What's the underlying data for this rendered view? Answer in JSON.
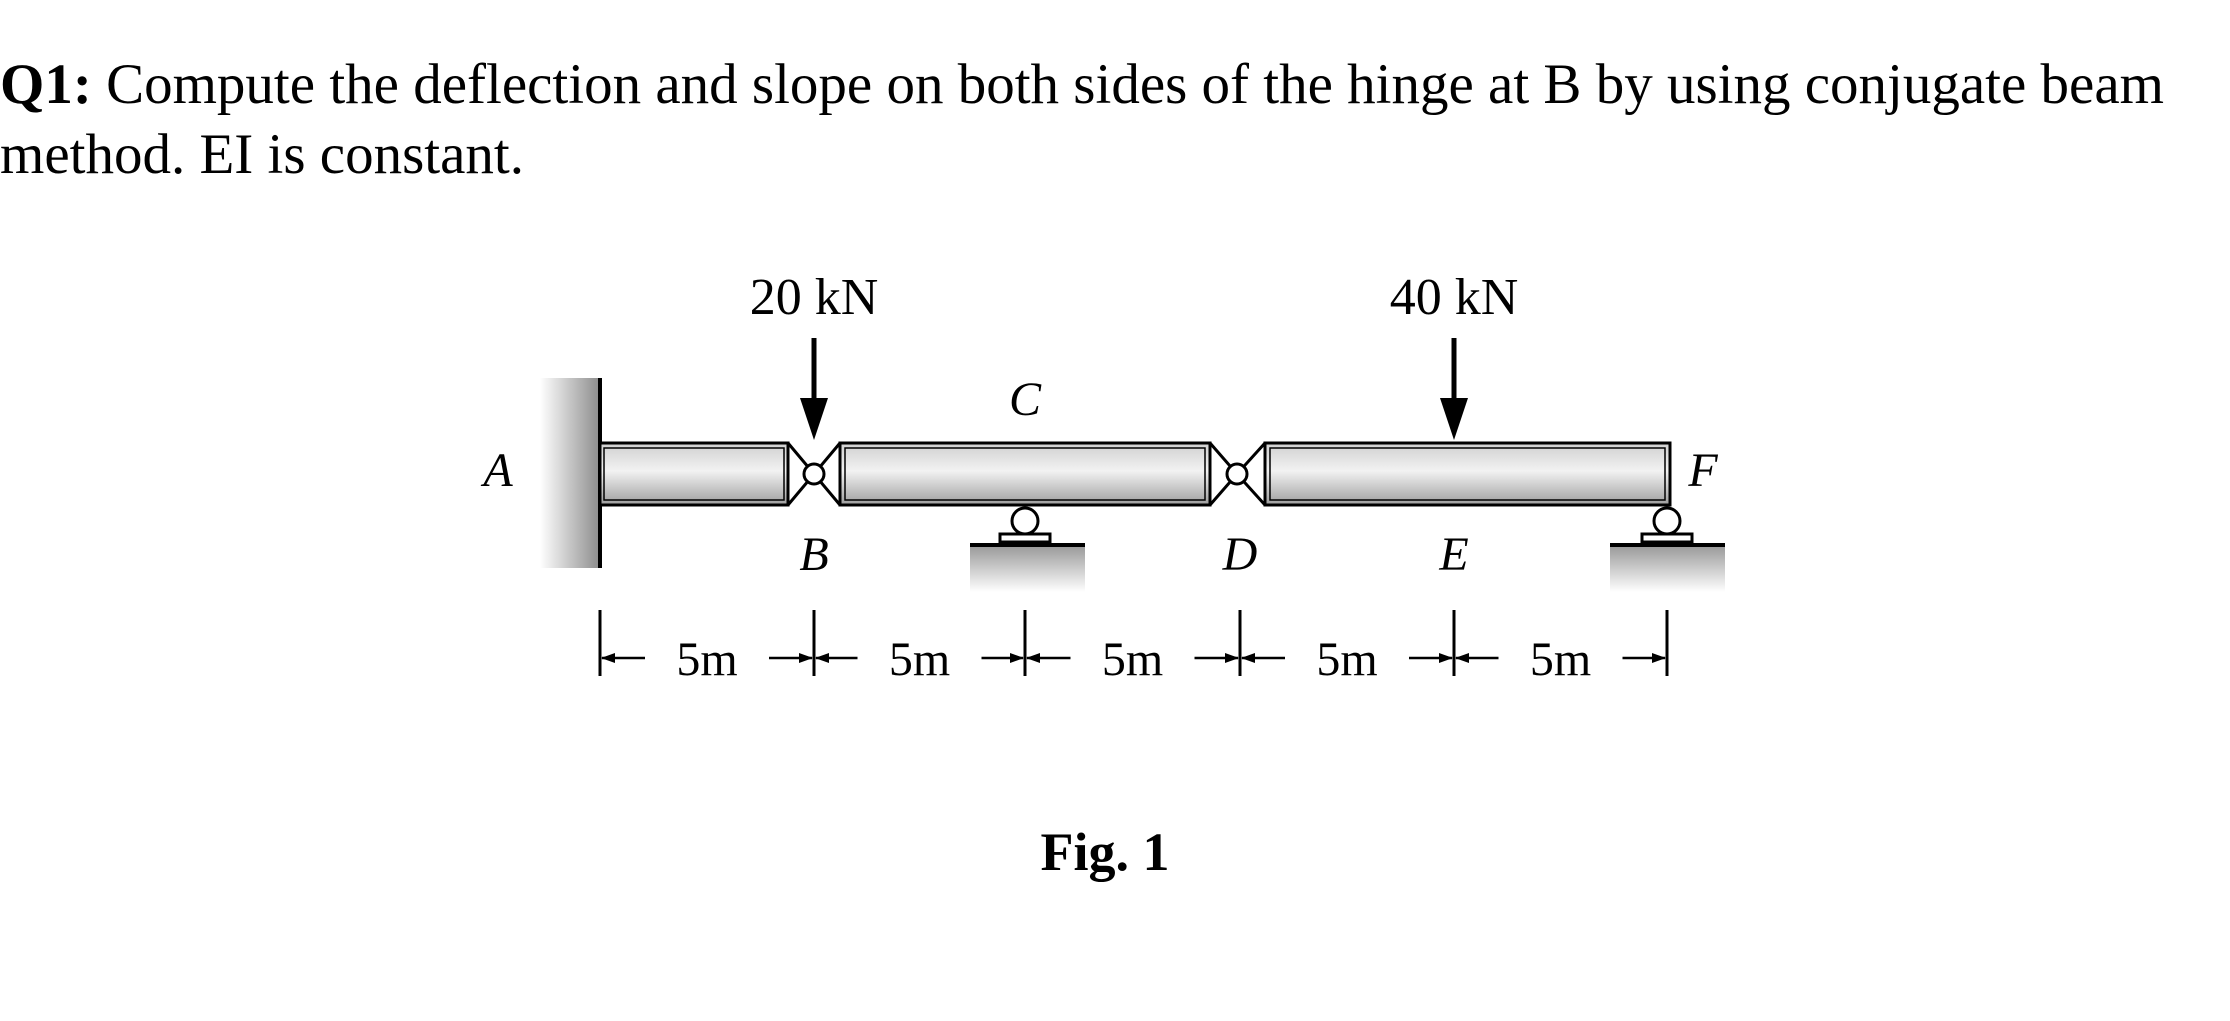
{
  "question": {
    "number": "Q1:",
    "text": " Compute the deflection and slope on both sides of the hinge at B by using conjugate beam method. EI is constant."
  },
  "figure": {
    "caption": "Fig. 1",
    "loads": [
      {
        "label": "20 kN",
        "point": "B"
      },
      {
        "label": "40 kN",
        "point": "E"
      }
    ],
    "points": {
      "A": "A",
      "B": "B",
      "C": "C",
      "D": "D",
      "E": "E",
      "F": "F"
    },
    "spans": [
      "5m",
      "5m",
      "5m",
      "5m",
      "5m"
    ],
    "colors": {
      "ink": "#000000",
      "beam_light": "#e6e6e6",
      "beam_dark": "#9a9a9a",
      "ground": "#b5b5b5"
    }
  }
}
